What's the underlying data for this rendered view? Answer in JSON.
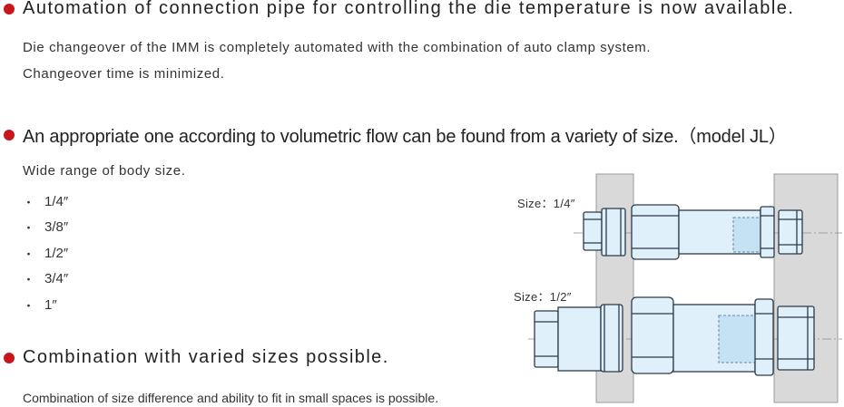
{
  "sections": [
    {
      "heading": "Automation of connection pipe for controlling the die temperature is now available.",
      "lines": [
        "Die changeover of the IMM is completely automated with the combination of auto clamp system.",
        "Changeover time is minimized."
      ]
    },
    {
      "heading": "An appropriate one according to volumetric flow can be found from a variety of size.（model JL）",
      "intro": "Wide range of body size.",
      "bullet_symbol": "・",
      "sizes": [
        "1/4″",
        "3/8″",
        "1/2″",
        "3/4″",
        "1″"
      ]
    },
    {
      "heading": "Combination with varied sizes possible.",
      "lines": [
        "Combination of size difference and ability to fit in small spaces is possible."
      ]
    }
  ],
  "diagram": {
    "labels": [
      "Size：1/4″",
      "Size：1/2″"
    ]
  },
  "colors": {
    "bullet": "#c8161d",
    "coupler_fill": "#dff0fb",
    "coupler_stroke": "#2b3a4a",
    "plate": "#d9d9d9"
  }
}
